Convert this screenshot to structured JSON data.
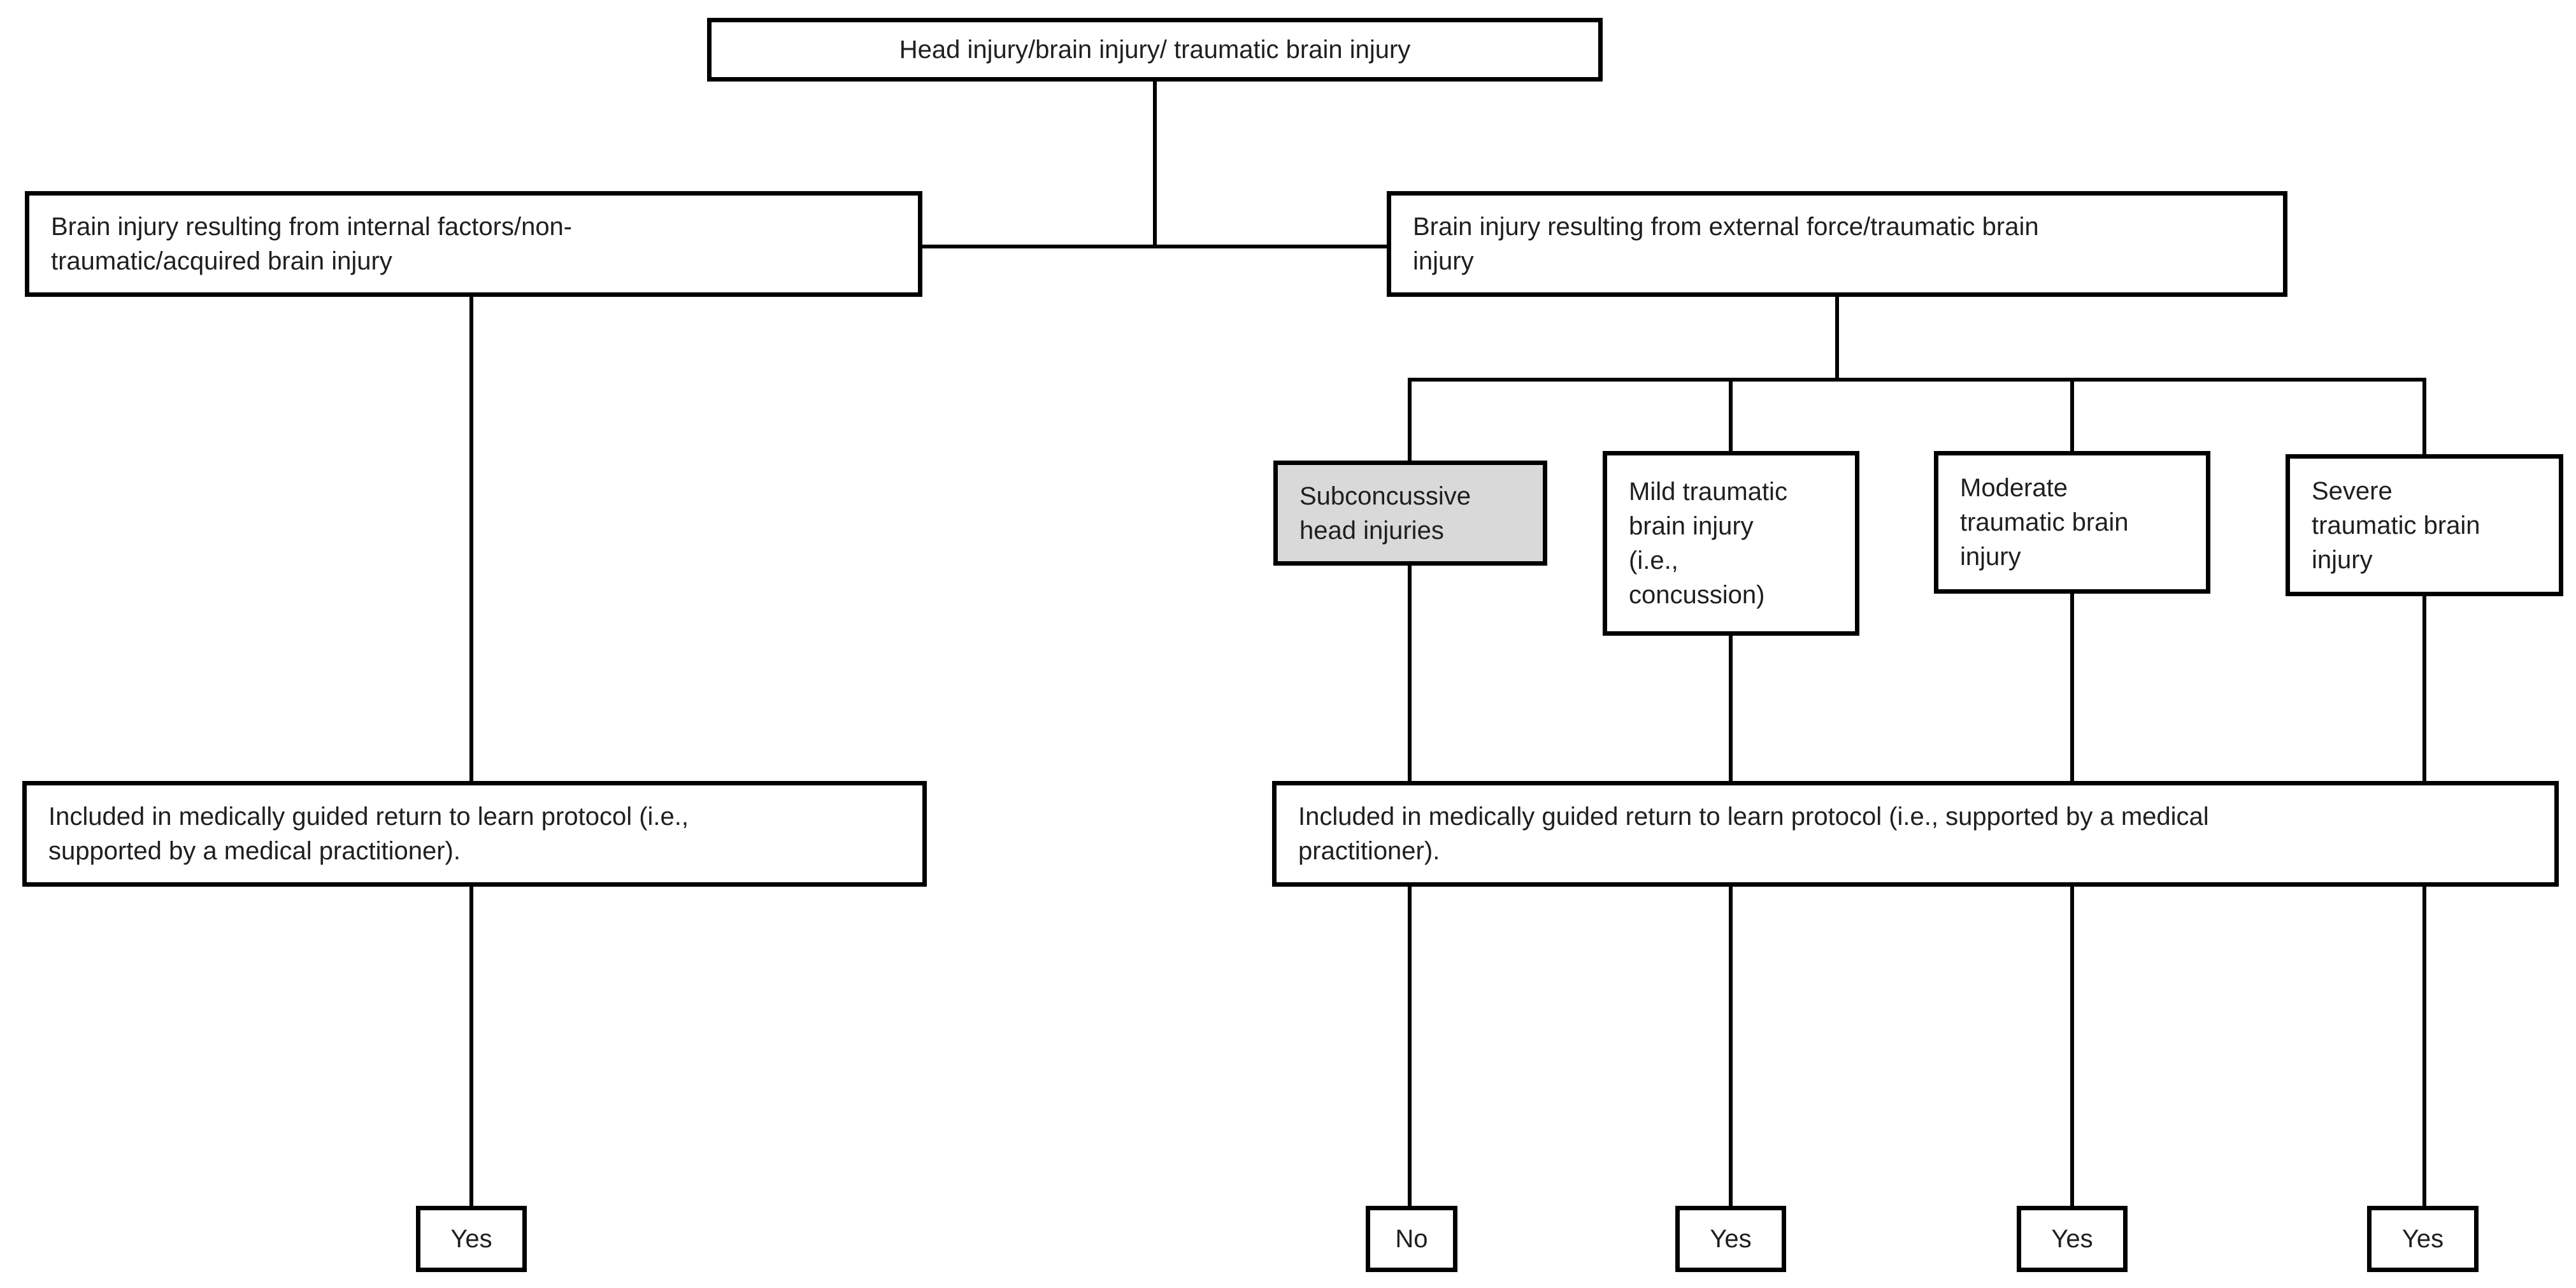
{
  "diagram": {
    "title": "Head injury flowchart",
    "type": "flowchart",
    "colors": {
      "background": "#ffffff",
      "box_fill": "#ffffff",
      "box_border": "#000000",
      "connector_line": "#000000",
      "highlight_fill": "#d9d9d9",
      "text": "#1f1f1f"
    },
    "nodes": {
      "root": {
        "label": "Head injury/brain injury/ traumatic brain injury"
      },
      "internal": {
        "label": "Brain injury resulting from internal factors/non-\ntraumatic/acquired brain injury"
      },
      "external": {
        "label": "Brain injury resulting from external force/traumatic brain\ninjury"
      },
      "subconcussive": {
        "label": "Subconcussive\nhead injuries",
        "highlighted": "true"
      },
      "mild": {
        "label": "Mild traumatic\nbrain injury\n(i.e.,\nconcussion)"
      },
      "moderate": {
        "label": "Moderate\ntraumatic brain\ninjury"
      },
      "severe": {
        "label": "Severe\ntraumatic brain\ninjury"
      },
      "protocol_internal": {
        "label": "Included in medically guided return to learn protocol (i.e.,\nsupported by a medical practitioner)."
      },
      "protocol_external": {
        "label": "Included in medically guided return to learn protocol (i.e., supported by a medical\npractitioner)."
      },
      "answer_internal": {
        "label": "Yes"
      },
      "answer_subconcussive": {
        "label": "No"
      },
      "answer_mild": {
        "label": "Yes"
      },
      "answer_moderate": {
        "label": "Yes"
      },
      "answer_severe": {
        "label": "Yes"
      }
    }
  }
}
